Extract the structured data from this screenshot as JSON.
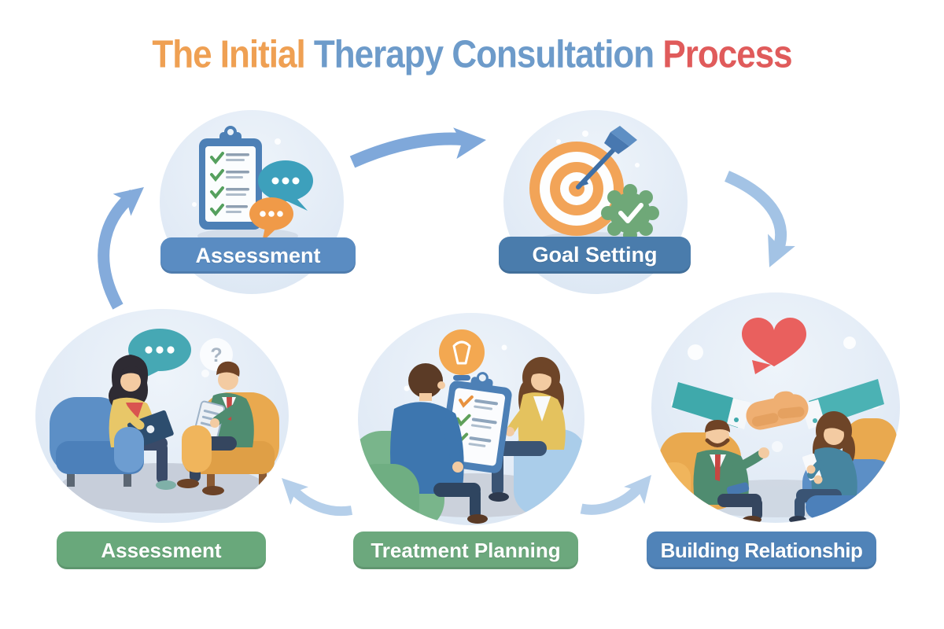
{
  "title": {
    "full_text": "The Initial Therapy Consultation Process",
    "segments": [
      {
        "text": "The Initial ",
        "color": "#EFA053"
      },
      {
        "text": "Therapy Consultation ",
        "color": "#6D9BCA"
      },
      {
        "text": "Process",
        "color": "#E05B5B"
      }
    ]
  },
  "stages": [
    {
      "id": "assessment-icon-stage",
      "label": "Assessment",
      "bar_color": "#5A8CC2",
      "icon": "clipboard-checklist-with-chat-bubbles"
    },
    {
      "id": "goal-setting-stage",
      "label": "Goal Setting",
      "bar_color": "#4A7CAC",
      "icon": "target-with-dart-and-check-badge"
    },
    {
      "id": "assessment-scene-stage",
      "label": "Assessment",
      "bar_color": "#69A87B",
      "icon": "therapist-and-client-conversation-scene"
    },
    {
      "id": "treatment-planning-stage",
      "label": "Treatment Planning",
      "bar_color": "#6CA87D",
      "icon": "therapist-presenting-checklist-scene"
    },
    {
      "id": "building-relationship-stage",
      "label": "Building Relationship",
      "bar_color": "#5083B8",
      "icon": "handshake-with-heart-scene"
    }
  ],
  "arrows": [
    {
      "name": "arrow-up-to-assessment",
      "direction": "up-right"
    },
    {
      "name": "arrow-assessment-to-goal-setting",
      "direction": "right"
    },
    {
      "name": "arrow-goal-setting-down",
      "direction": "down-left"
    },
    {
      "name": "arrow-toward-assessment-scene",
      "direction": "up-left"
    },
    {
      "name": "arrow-toward-building-relationship",
      "direction": "up-right"
    }
  ],
  "palette": {
    "circle_fill": "#E2EBF6",
    "arrow_blue": "#7FA8DA",
    "arrow_light_blue": "#B5CFEA",
    "green_label": "#69A87B",
    "blue_label": "#5083B8",
    "orange_accent": "#F2A458",
    "teal_accent": "#46A8B4",
    "red_accent": "#E9605E"
  },
  "question_mark": "?"
}
